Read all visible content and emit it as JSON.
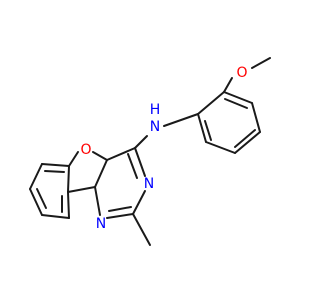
{
  "colors": {
    "bond": "#1a1a1a",
    "oxygen": "#ff0000",
    "nitrogen": "#0000ff",
    "background": "#ffffff"
  },
  "atoms": {
    "o_methoxy": "O",
    "o_furan": "O",
    "nh": "N",
    "h_on_n": "H",
    "n_top": "N",
    "n_bottom": "N"
  }
}
